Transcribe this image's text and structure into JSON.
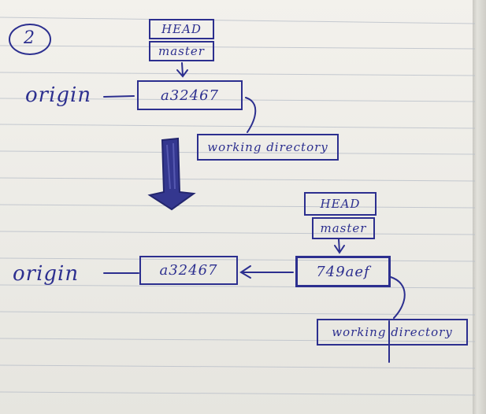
{
  "note": {
    "step_number": "2",
    "before": {
      "remote_label": "origin",
      "head_label": "HEAD",
      "branch_label": "master",
      "commit_id": "a32467",
      "working_dir_label": "working directory"
    },
    "after": {
      "remote_label": "origin",
      "remote_commit_id": "a32467",
      "head_label": "HEAD",
      "branch_label": "master",
      "commit_id": "749aef",
      "working_dir_label": "working directory"
    },
    "ink_color": "#2c2f8f"
  }
}
